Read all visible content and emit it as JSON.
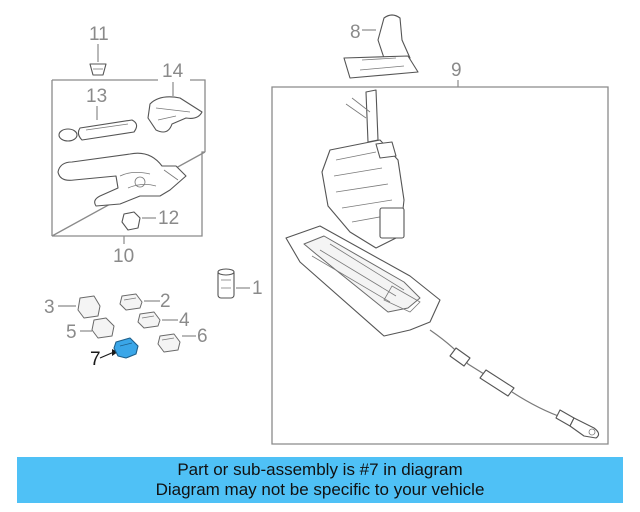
{
  "diagram": {
    "callouts": {
      "c1": "1",
      "c2": "2",
      "c3": "3",
      "c4": "4",
      "c5": "5",
      "c6": "6",
      "c7": "7",
      "c8": "8",
      "c9": "9",
      "c10": "10",
      "c11": "11",
      "c12": "12",
      "c13": "13",
      "c14": "14"
    },
    "highlighted_part": "7",
    "colors": {
      "highlight": "#3aa6e8",
      "banner": "#4fc1f6",
      "lines": "#8a8a8a"
    }
  },
  "banner": {
    "line1": "Part or sub-assembly is #7 in diagram",
    "line2": "Diagram may not be specific to your vehicle"
  }
}
